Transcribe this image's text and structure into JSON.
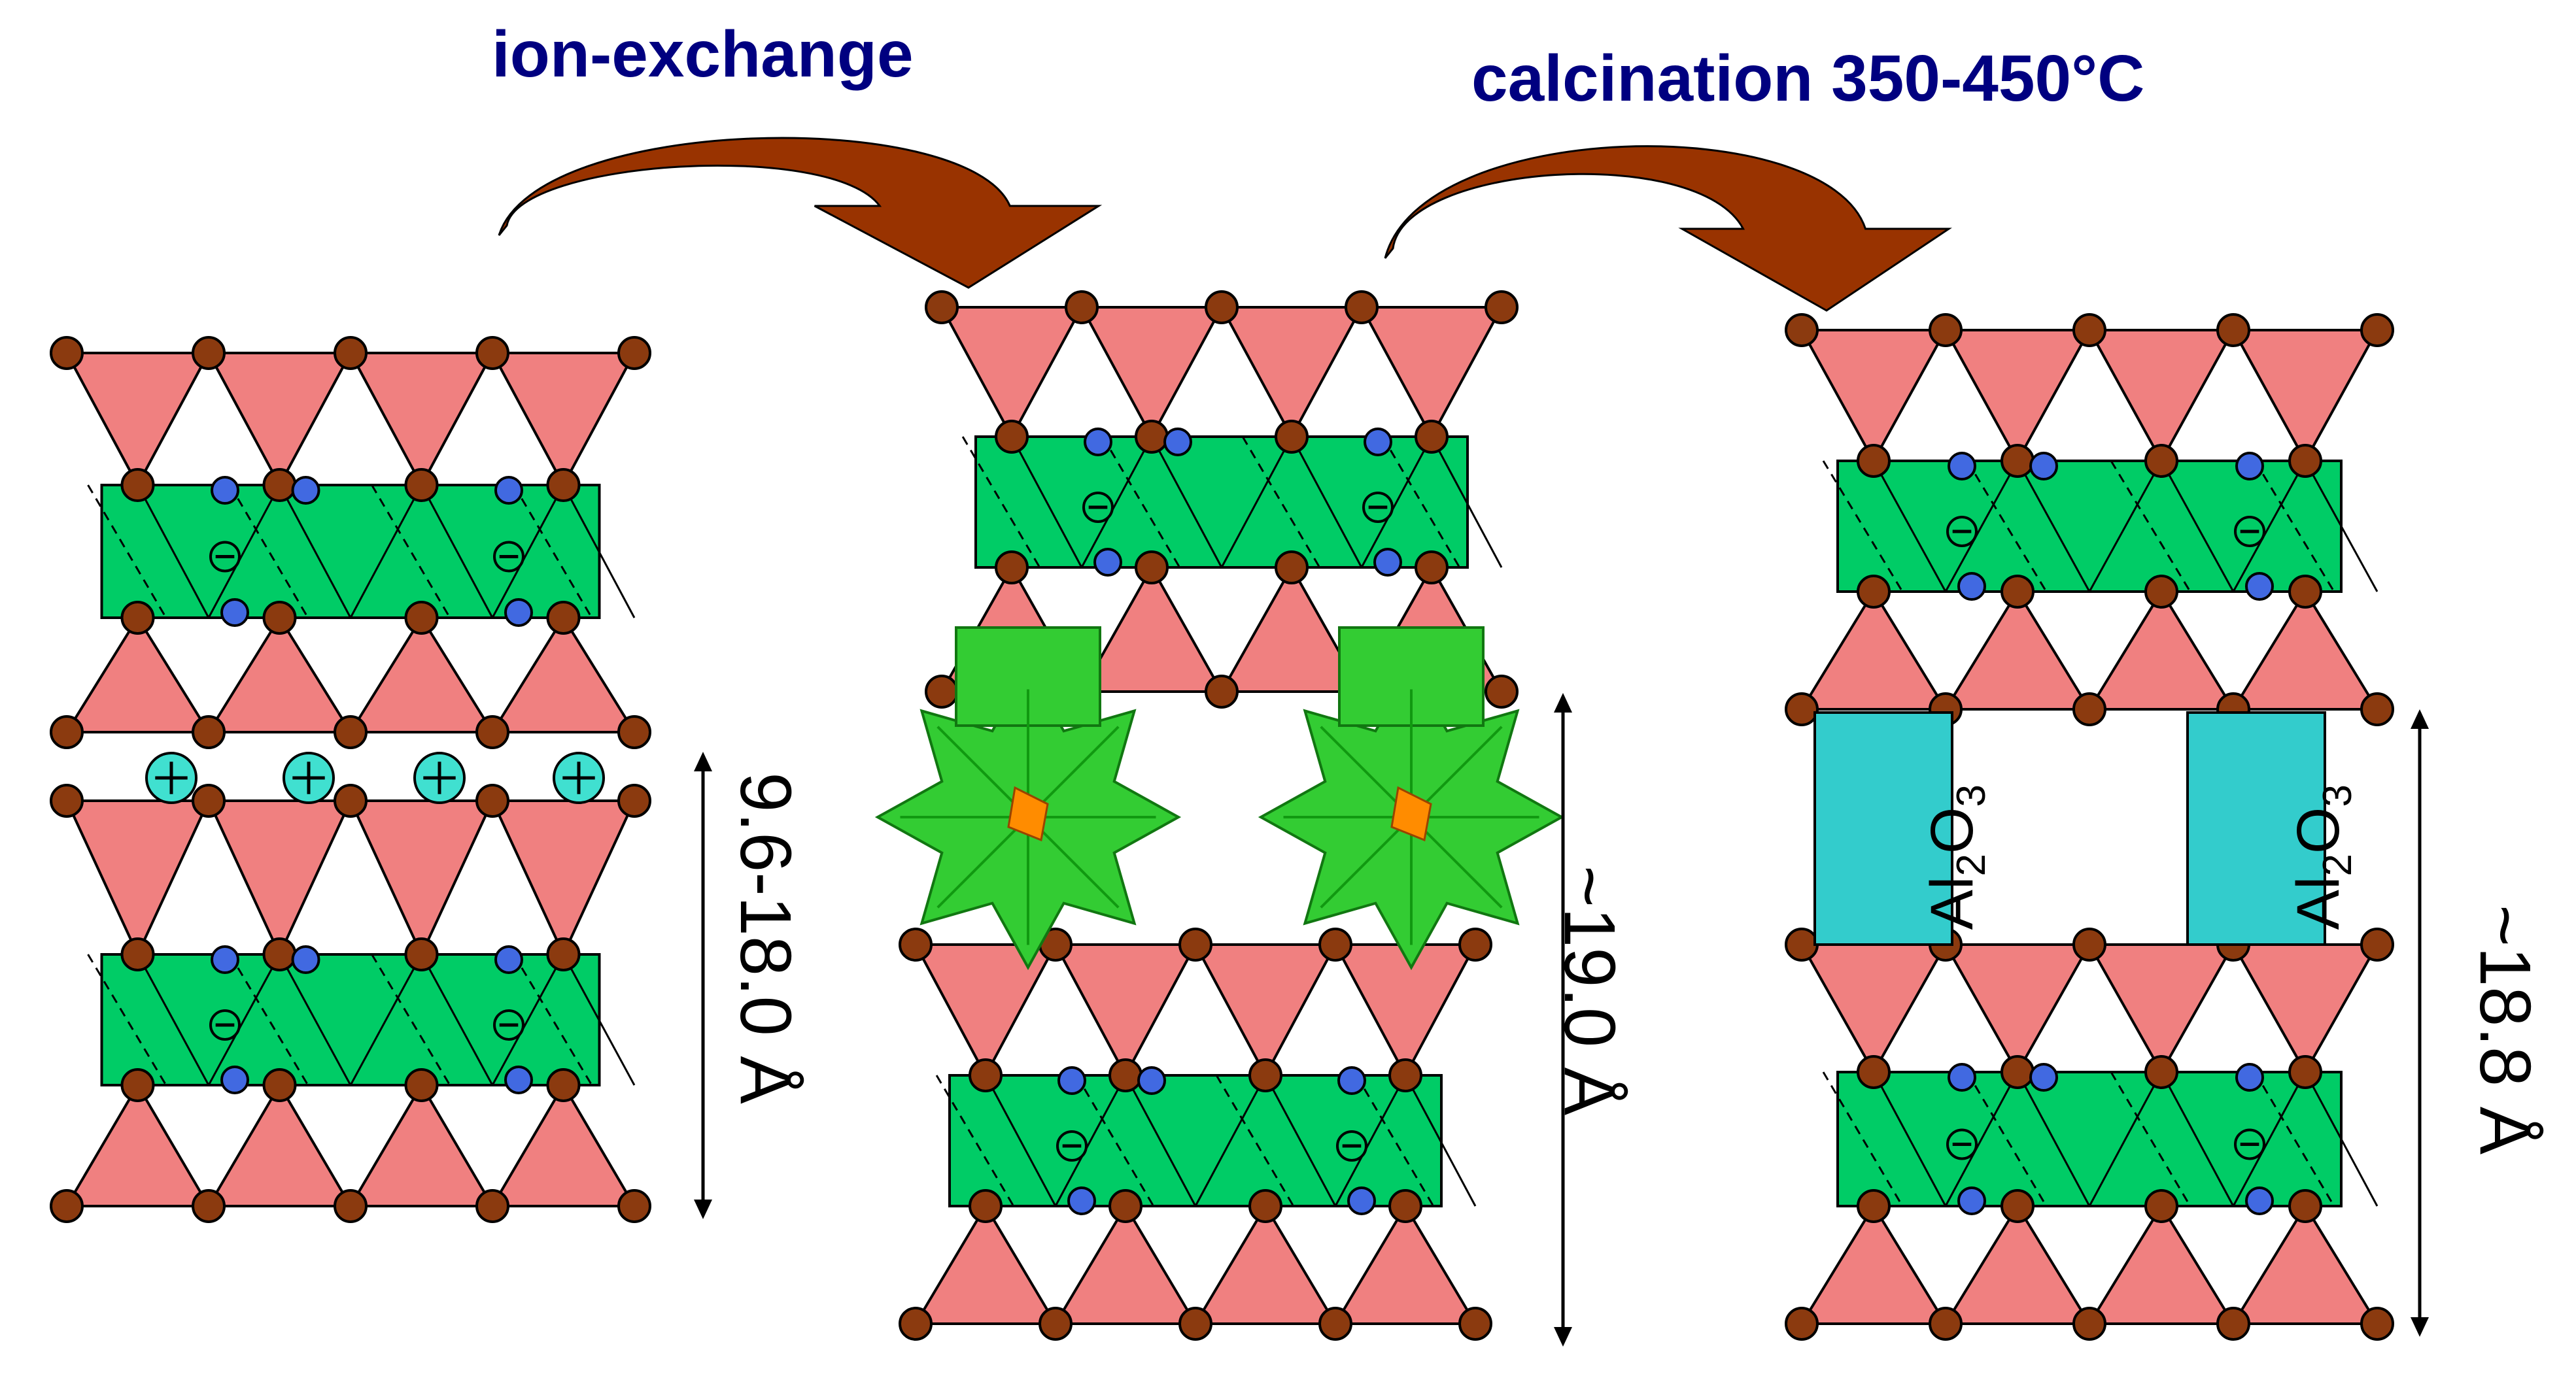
{
  "steps": {
    "ion_exchange": "ion-exchange",
    "calcination": "calcination 350-450°C"
  },
  "spacings": {
    "initial": "9.6-18.0 Å",
    "intercalated": "~19.0 Å",
    "pillared": "~18.8 Å"
  },
  "pillar": {
    "base": "Al",
    "sub1": "2",
    "mid": "O",
    "sub2": "3"
  },
  "colors": {
    "title": "#000080",
    "arrow": "#993300",
    "tetrahedron": "#F08080",
    "octahedral_sheet": "#00CC66",
    "oxygen": "#8B3A0F",
    "hydroxyl": "#4169E1",
    "interlayer_cation": "#40E0D0",
    "keggin_cluster": "#33CC33",
    "keggin_center": "#FF8C00",
    "alumina_pillar": "#33CCCC"
  },
  "icons": {
    "cation": "plus-in-circle",
    "layer_charge": "minus-in-circle"
  }
}
